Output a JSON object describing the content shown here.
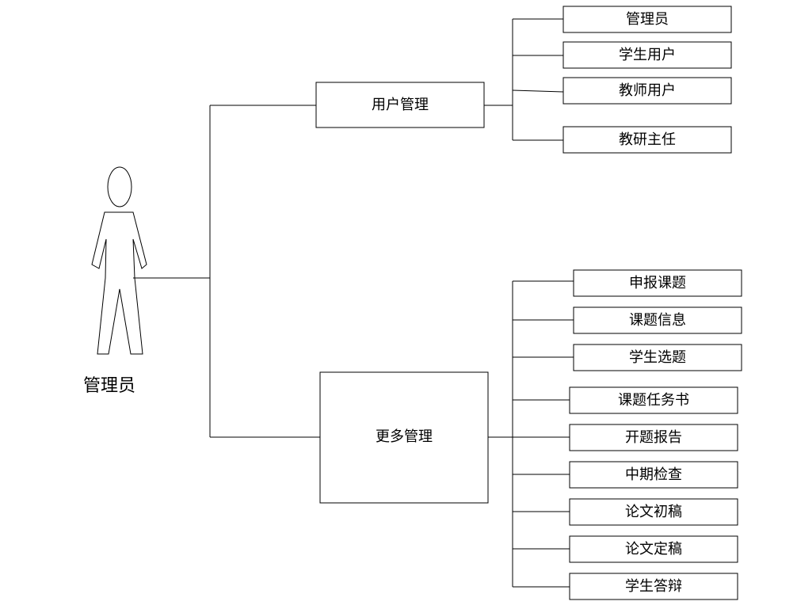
{
  "actor": {
    "label": "管理员"
  },
  "groups": [
    {
      "label": "用户管理",
      "items": [
        "管理员",
        "学生用户",
        "教师用户",
        "教研主任"
      ]
    },
    {
      "label": "更多管理",
      "items": [
        "申报课题",
        "课题信息",
        "学生选题",
        "课题任务书",
        "开题报告",
        "中期检查",
        "论文初稿",
        "论文定稿",
        "学生答辩"
      ]
    }
  ]
}
